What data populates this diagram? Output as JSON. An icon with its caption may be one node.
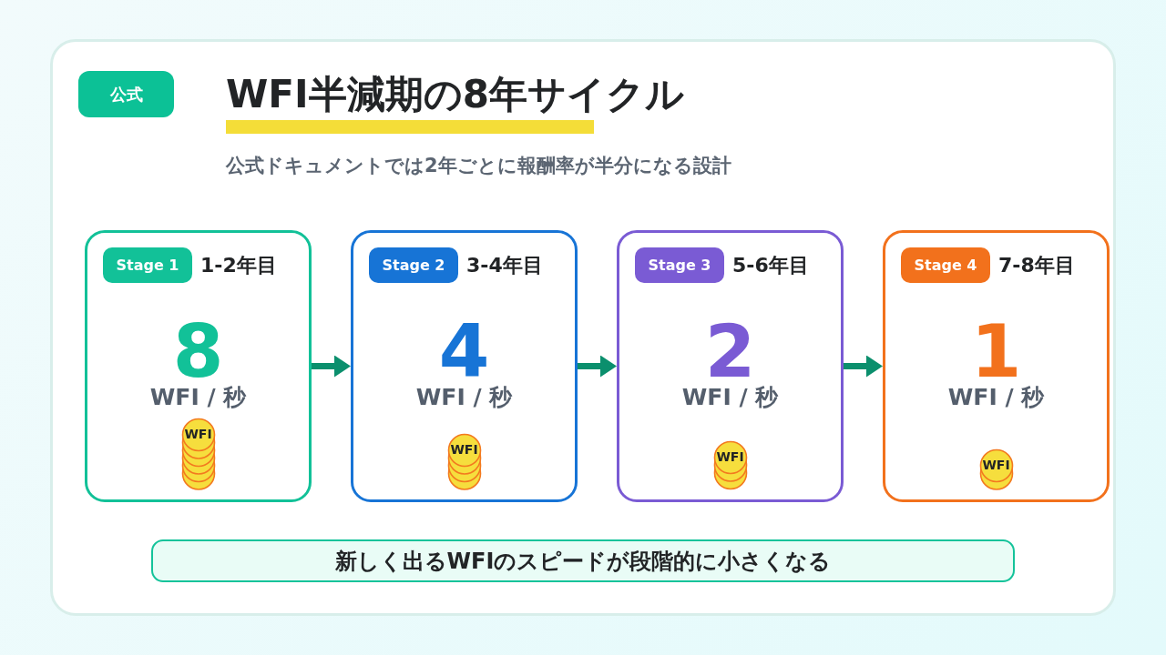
{
  "diagram": {
    "title": "WFI半減期の8年サイクル",
    "nodes": [
      {
        "text": [
          "公式"
        ]
      },
      {
        "text": [
          "1-2年目",
          "8",
          "WFI / 秒",
          "WFI"
        ]
      },
      {
        "text": [
          "Stage 1"
        ],
        "in": 1
      },
      {
        "text": [
          "3-4年目",
          "4",
          "WFI / 秒",
          "WFI"
        ]
      },
      {
        "text": [
          "Stage 2"
        ],
        "in": 3
      },
      {
        "text": [
          "5-6年目",
          "2",
          "WFI / 秒",
          "WFI"
        ]
      },
      {
        "text": [
          "Stage 3"
        ],
        "in": 5
      },
      {
        "text": [
          "7-8年目",
          "1",
          "WFI / 秒",
          "WFI"
        ]
      },
      {
        "text": [
          "Stage 4"
        ],
        "in": 7
      },
      {
        "text": [
          "新しく出るWFIのスピードが段階的に小さくなる"
        ]
      }
    ],
    "edges": [
      {
        "from": 1,
        "to": 3,
        "arrow": "to"
      },
      {
        "from": 3,
        "to": 5,
        "arrow": "to"
      },
      {
        "from": 5,
        "to": 7,
        "arrow": "to"
      }
    ],
    "labels": [
      "公式ドキュメントでは2年ごとに報酬率が半分になる設計"
    ]
  }
}
